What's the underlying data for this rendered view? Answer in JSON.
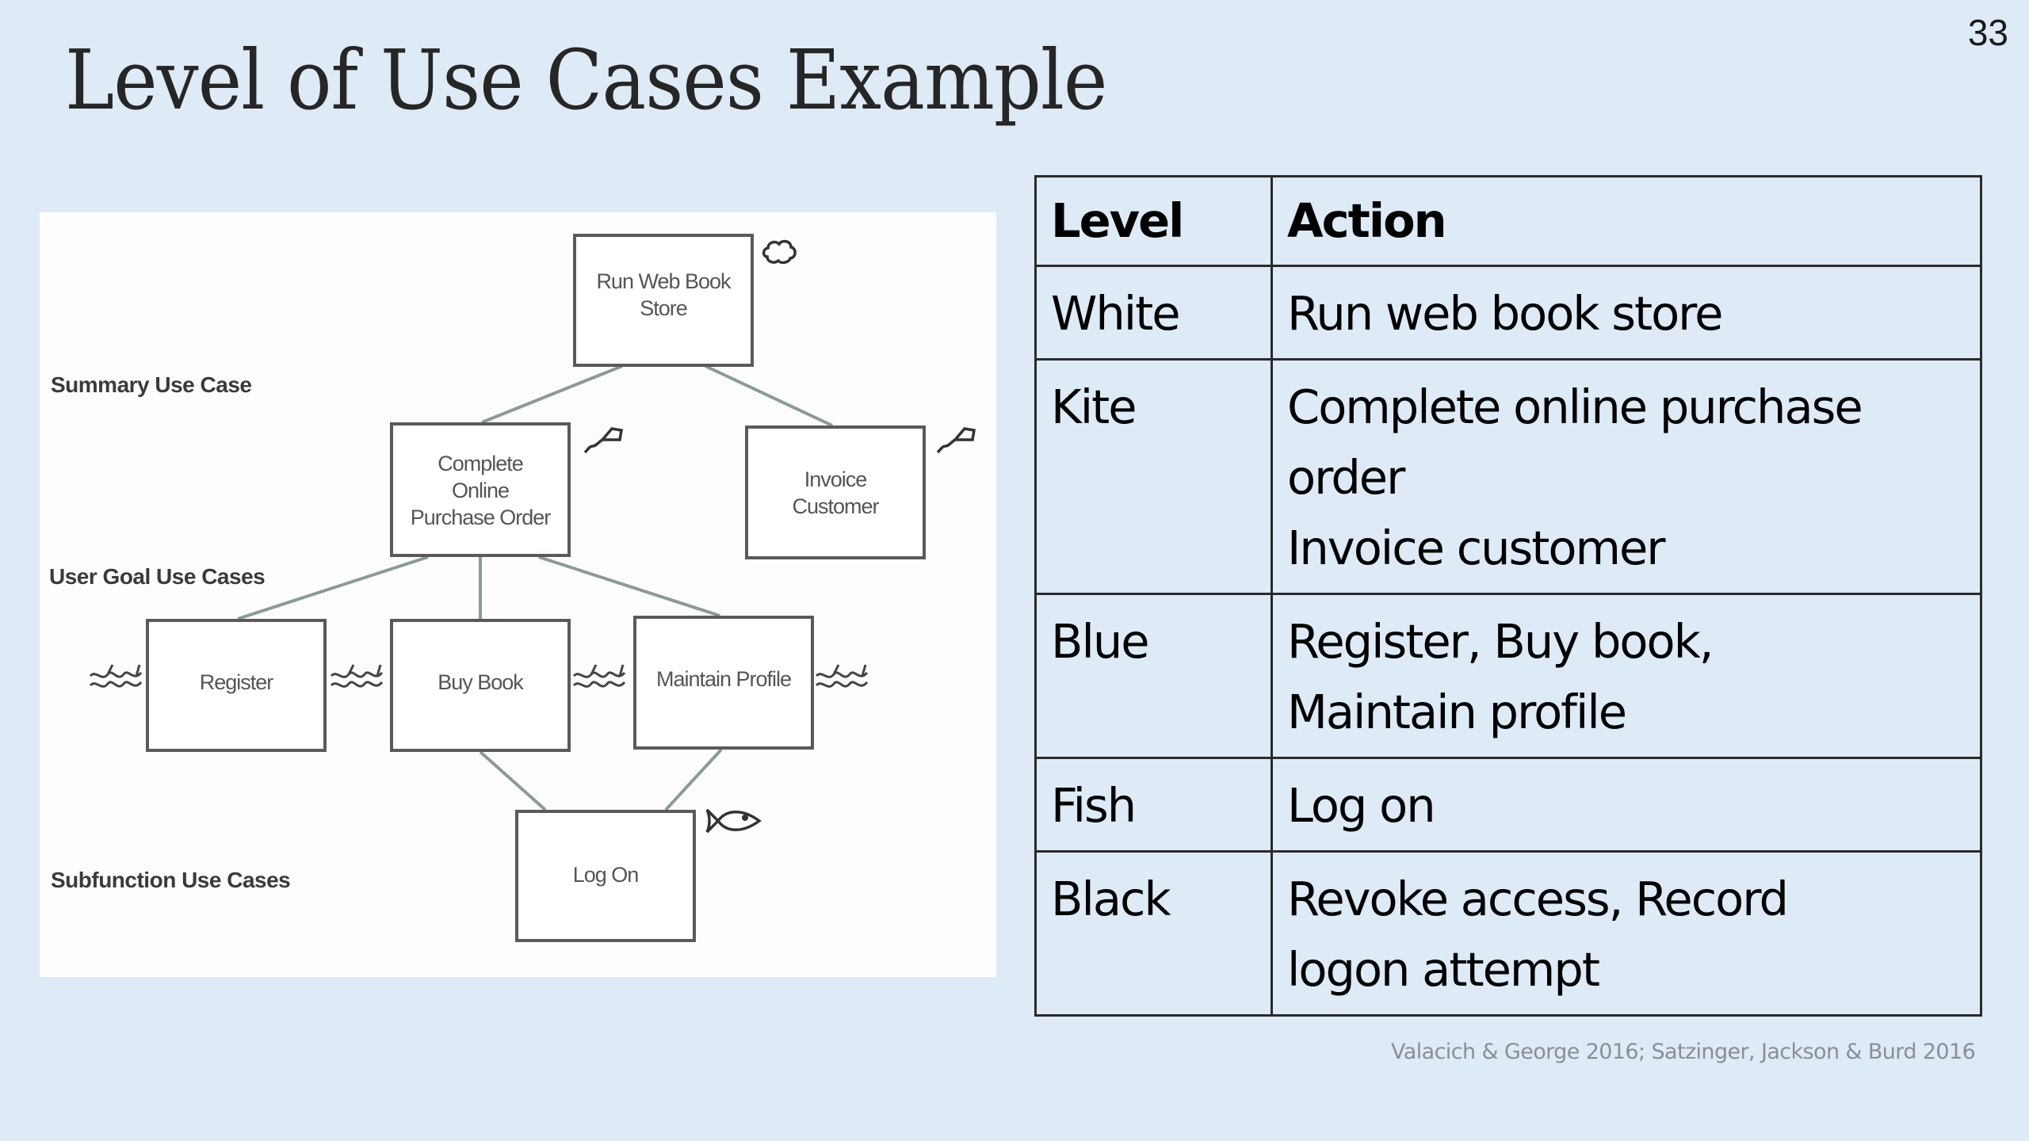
{
  "slide": {
    "title": "Level of Use Cases Example",
    "page_number": "33",
    "citation": "Valacich & George 2016; Satzinger, Jackson & Burd 2016"
  },
  "diagram": {
    "level_labels": {
      "summary": "Summary Use Case",
      "user_goal": "User Goal Use Cases",
      "subfunction": "Subfunction Use Cases"
    },
    "use_cases": {
      "run_web_book_store": "Run Web Book\nStore",
      "complete_online_purchase_order": "Complete\nOnline\nPurchase Order",
      "invoice_customer": "Invoice\nCustomer",
      "register": "Register",
      "buy_book": "Buy Book",
      "maintain_profile": "Maintain Profile",
      "log_on": "Log On"
    },
    "icons": {
      "run_web_book_store": "cloud-icon",
      "complete_online_purchase_order": "kite-icon",
      "invoice_customer": "kite-icon",
      "register": "waves-icon",
      "buy_book": "waves-icon",
      "maintain_profile": "waves-icon",
      "log_on": "fish-icon"
    }
  },
  "table": {
    "headers": [
      "Level",
      "Action"
    ],
    "rows": [
      {
        "level": "White",
        "action": [
          "Run web book store"
        ]
      },
      {
        "level": "Kite",
        "action": [
          "Complete online purchase order",
          "Invoice customer"
        ]
      },
      {
        "level": "Blue",
        "action": [
          "Register, Buy book, Maintain profile"
        ]
      },
      {
        "level": "Fish",
        "action": [
          "Log on"
        ]
      },
      {
        "level": "Black",
        "action": [
          "Revoke access, Record logon attempt"
        ]
      }
    ]
  }
}
